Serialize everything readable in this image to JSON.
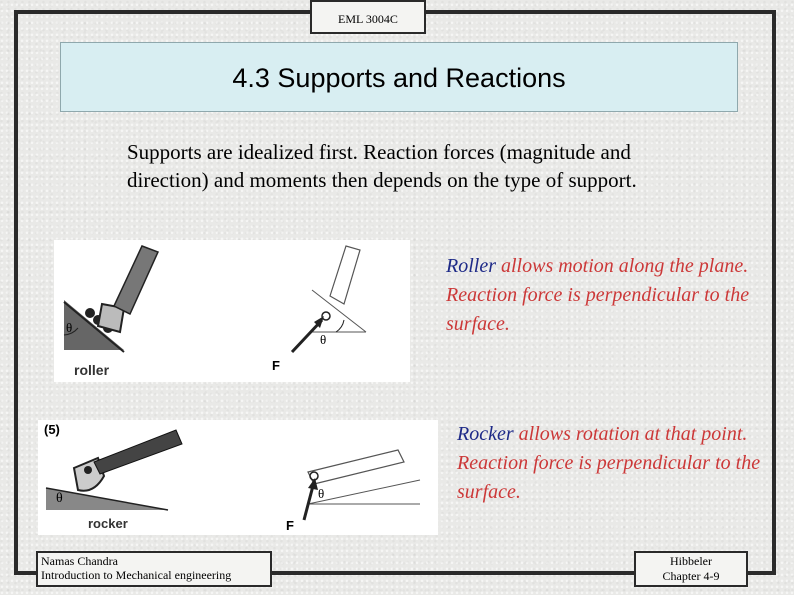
{
  "header": {
    "course": "EML 3004C"
  },
  "title": "4.3   Supports and Reactions",
  "intro": "Supports are idealized first. Reaction forces (magnitude and direction) and moments then depends on the type of support.",
  "figures": {
    "roller": {
      "caption": "roller",
      "force_label": "F",
      "angle_left": "θ",
      "angle_right": "θ"
    },
    "rocker": {
      "number": "(5)",
      "caption": "rocker",
      "force_label": "F",
      "angle_left": "θ",
      "angle_right": "θ"
    }
  },
  "descriptions": {
    "roller": {
      "term": "Roller",
      "text": " allows motion along the plane. Reaction force is perpendicular to the surface."
    },
    "rocker": {
      "term": "Rocker",
      "text": " allows rotation at that point. Reaction force is perpendicular to the surface."
    }
  },
  "footer": {
    "author_line1": "Namas Chandra",
    "author_line2": "Introduction to Mechanical engineering",
    "ref_line1": "Hibbeler",
    "ref_line2": "Chapter 4-9"
  },
  "colors": {
    "term": "#1e2a88",
    "description": "#cc3838",
    "title_bg": "#d8eef2"
  }
}
